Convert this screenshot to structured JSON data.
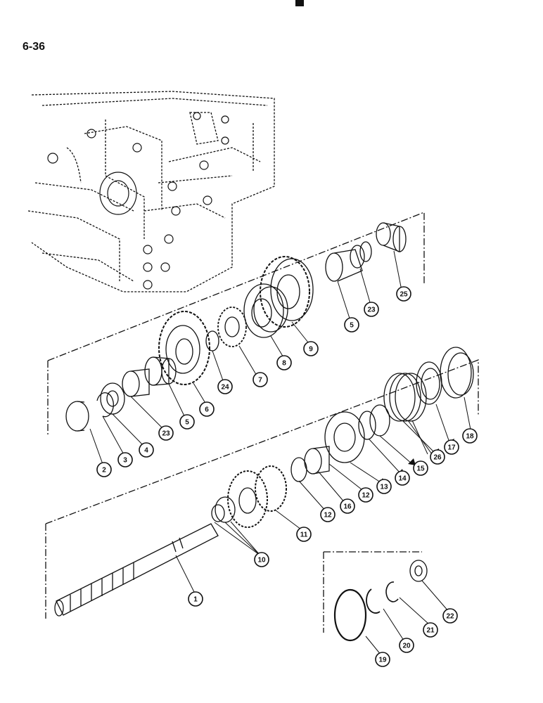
{
  "page": {
    "number": "6-36"
  },
  "callouts": [
    {
      "id": "c1",
      "label": "1"
    },
    {
      "id": "c2",
      "label": "2"
    },
    {
      "id": "c3",
      "label": "3"
    },
    {
      "id": "c4",
      "label": "4"
    },
    {
      "id": "c5a",
      "label": "5"
    },
    {
      "id": "c5b",
      "label": "5"
    },
    {
      "id": "c6",
      "label": "6"
    },
    {
      "id": "c7",
      "label": "7"
    },
    {
      "id": "c8",
      "label": "8"
    },
    {
      "id": "c9",
      "label": "9"
    },
    {
      "id": "c10",
      "label": "10"
    },
    {
      "id": "c11",
      "label": "11"
    },
    {
      "id": "c12a",
      "label": "12"
    },
    {
      "id": "c12b",
      "label": "12"
    },
    {
      "id": "c13",
      "label": "13"
    },
    {
      "id": "c14",
      "label": "14"
    },
    {
      "id": "c15",
      "label": "15"
    },
    {
      "id": "c16",
      "label": "16"
    },
    {
      "id": "c17",
      "label": "17"
    },
    {
      "id": "c18",
      "label": "18"
    },
    {
      "id": "c19",
      "label": "19"
    },
    {
      "id": "c20",
      "label": "20"
    },
    {
      "id": "c21",
      "label": "21"
    },
    {
      "id": "c22",
      "label": "22"
    },
    {
      "id": "c23a",
      "label": "23"
    },
    {
      "id": "c23b",
      "label": "23"
    },
    {
      "id": "c24",
      "label": "24"
    },
    {
      "id": "c25",
      "label": "25"
    },
    {
      "id": "c26",
      "label": "26"
    }
  ]
}
